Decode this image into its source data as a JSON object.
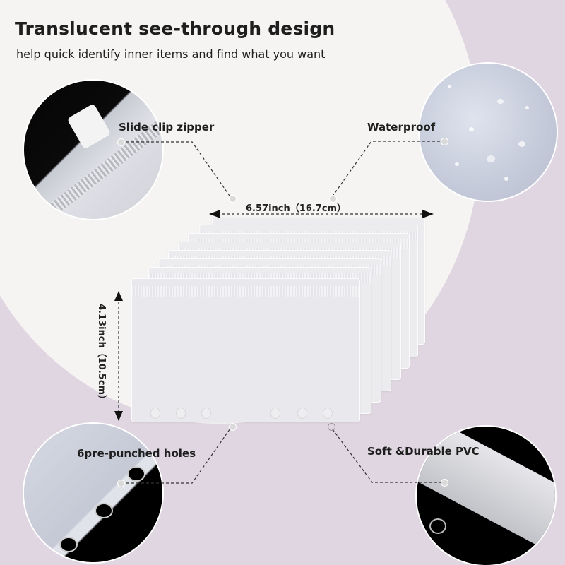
{
  "header": {
    "title": "Translucent see-through design",
    "subtitle": "help quick identify inner items and find what you want"
  },
  "callouts": {
    "zipper": "Slide clip zipper",
    "waterproof": "Waterproof",
    "holes": "6pre-punched holes",
    "pvc": "Soft &Durable PVC"
  },
  "dimensions": {
    "width": "6.57inch（16.7cm）",
    "height": "4.13inch（10.5cm）"
  },
  "colors": {
    "background_white": "#f5f4f3",
    "background_lilac": "#e0d6e1",
    "text": "#1e1e1e"
  }
}
